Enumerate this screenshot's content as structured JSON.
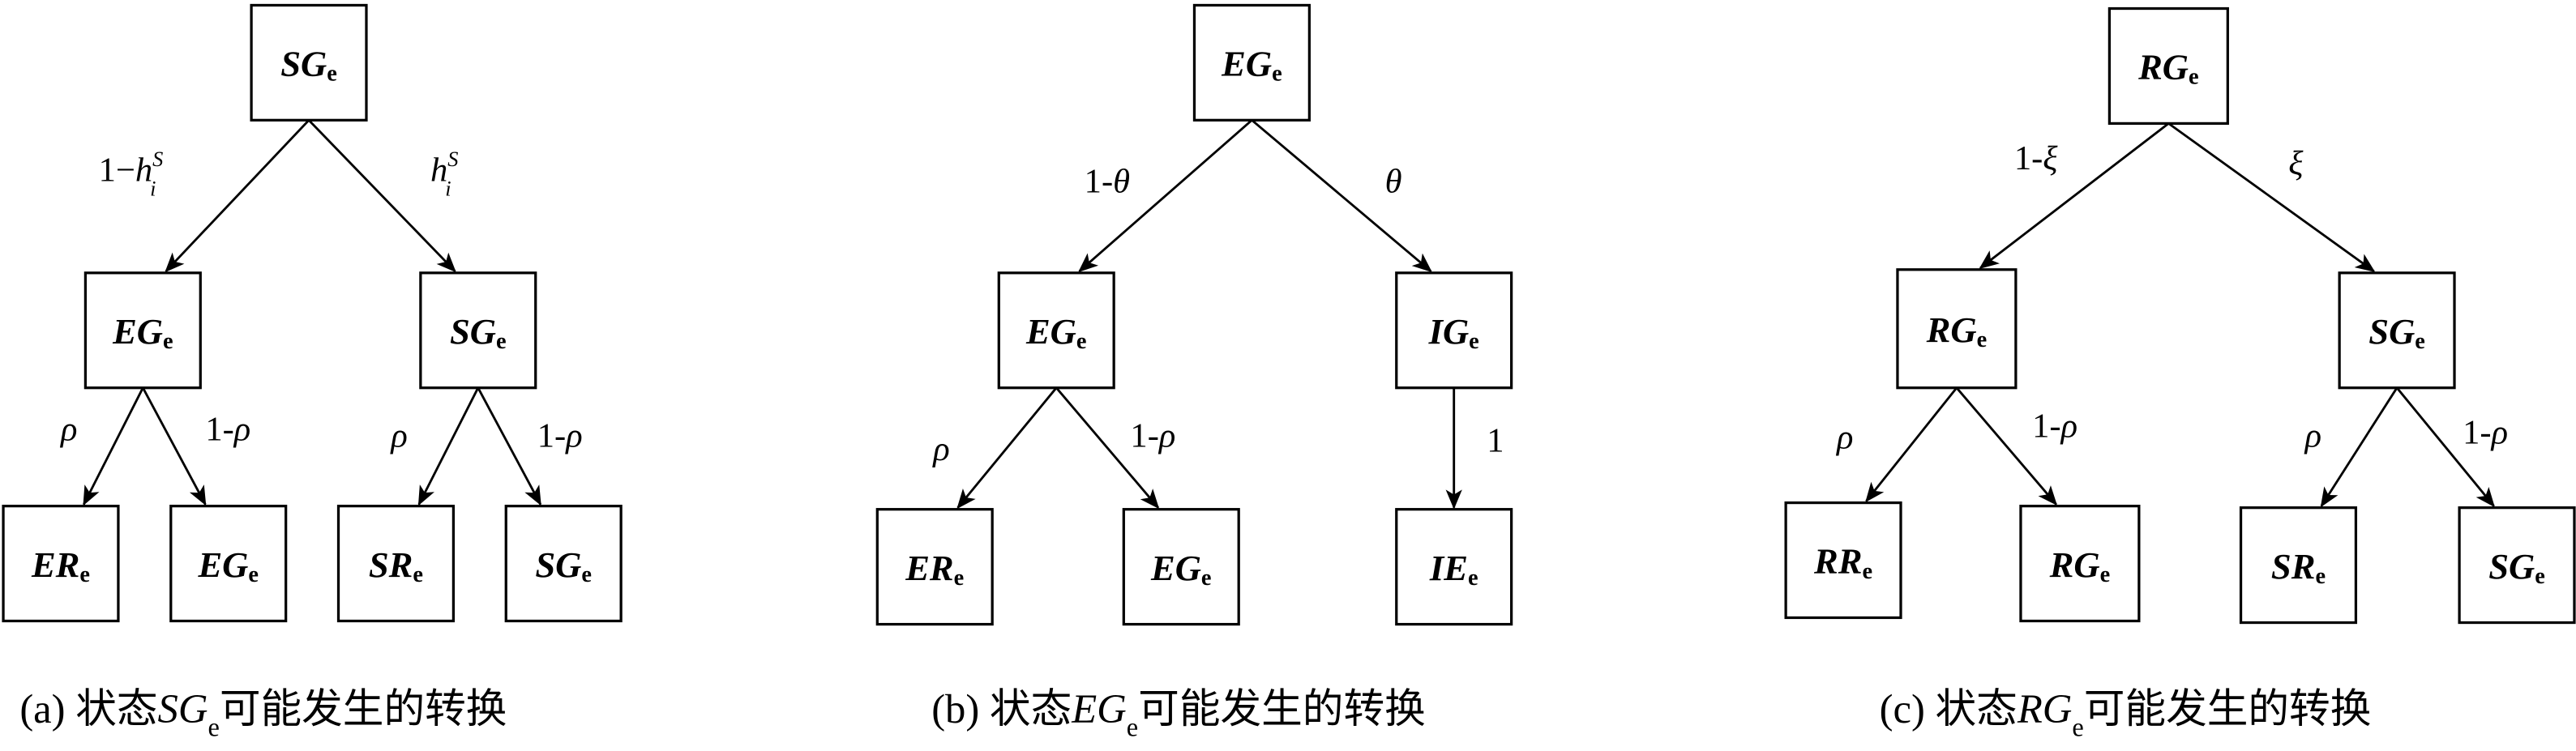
{
  "diagrams": [
    {
      "id": "a",
      "caption": {
        "prefix": "(a) 状态",
        "state_main": "SG",
        "state_sub": "e",
        "suffix": "可能发生的转换"
      },
      "nodes": [
        {
          "id": "a0",
          "main": "SG",
          "sub": "e"
        },
        {
          "id": "a1",
          "main": "EG",
          "sub": "e"
        },
        {
          "id": "a2",
          "main": "SG",
          "sub": "e"
        },
        {
          "id": "a3",
          "main": "ER",
          "sub": "e"
        },
        {
          "id": "a4",
          "main": "EG",
          "sub": "e"
        },
        {
          "id": "a5",
          "main": "SR",
          "sub": "e"
        },
        {
          "id": "a6",
          "main": "SG",
          "sub": "e"
        }
      ],
      "edges": [
        {
          "from": "a0",
          "to": "a1",
          "label": {
            "pre": "1−",
            "var": "h",
            "sup": "S",
            "subscr": "i"
          }
        },
        {
          "from": "a0",
          "to": "a2",
          "label": {
            "pre": "",
            "var": "h",
            "sup": "S",
            "subscr": "i"
          }
        },
        {
          "from": "a1",
          "to": "a3",
          "label": {
            "pre": "",
            "var": "ρ"
          }
        },
        {
          "from": "a1",
          "to": "a4",
          "label": {
            "pre": "1-",
            "var": "ρ"
          }
        },
        {
          "from": "a2",
          "to": "a5",
          "label": {
            "pre": "",
            "var": "ρ"
          }
        },
        {
          "from": "a2",
          "to": "a6",
          "label": {
            "pre": "1-",
            "var": "ρ"
          }
        }
      ]
    },
    {
      "id": "b",
      "caption": {
        "prefix": "(b) 状态",
        "state_main": "EG",
        "state_sub": "e",
        "suffix": "可能发生的转换"
      },
      "nodes": [
        {
          "id": "b0",
          "main": "EG",
          "sub": "e"
        },
        {
          "id": "b1",
          "main": "EG",
          "sub": "e"
        },
        {
          "id": "b2",
          "main": "IG",
          "sub": "e"
        },
        {
          "id": "b3",
          "main": "ER",
          "sub": "e"
        },
        {
          "id": "b4",
          "main": "EG",
          "sub": "e"
        },
        {
          "id": "b5",
          "main": "IE",
          "sub": "e"
        }
      ],
      "edges": [
        {
          "from": "b0",
          "to": "b1",
          "label": {
            "pre": "1-",
            "var": "θ"
          }
        },
        {
          "from": "b0",
          "to": "b2",
          "label": {
            "pre": "",
            "var": "θ"
          }
        },
        {
          "from": "b1",
          "to": "b3",
          "label": {
            "pre": "",
            "var": "ρ"
          }
        },
        {
          "from": "b1",
          "to": "b4",
          "label": {
            "pre": "1-",
            "var": "ρ"
          }
        },
        {
          "from": "b2",
          "to": "b5",
          "label": {
            "pre": "1",
            "var": ""
          }
        }
      ]
    },
    {
      "id": "c",
      "caption": {
        "prefix": "(c) 状态",
        "state_main": "RG",
        "state_sub": "e",
        "suffix": "可能发生的转换"
      },
      "nodes": [
        {
          "id": "c0",
          "main": "RG",
          "sub": "e"
        },
        {
          "id": "c1",
          "main": "RG",
          "sub": "e"
        },
        {
          "id": "c2",
          "main": "SG",
          "sub": "e"
        },
        {
          "id": "c3",
          "main": "RR",
          "sub": "e"
        },
        {
          "id": "c4",
          "main": "RG",
          "sub": "e"
        },
        {
          "id": "c5",
          "main": "SR",
          "sub": "e"
        },
        {
          "id": "c6",
          "main": "SG",
          "sub": "e"
        }
      ],
      "edges": [
        {
          "from": "c0",
          "to": "c1",
          "label": {
            "pre": "1-",
            "var": "ξ"
          }
        },
        {
          "from": "c0",
          "to": "c2",
          "label": {
            "pre": "",
            "var": "ξ"
          }
        },
        {
          "from": "c1",
          "to": "c3",
          "label": {
            "pre": "",
            "var": "ρ"
          }
        },
        {
          "from": "c1",
          "to": "c4",
          "label": {
            "pre": "1-",
            "var": "ρ"
          }
        },
        {
          "from": "c2",
          "to": "c5",
          "label": {
            "pre": "",
            "var": "ρ"
          }
        },
        {
          "from": "c2",
          "to": "c6",
          "label": {
            "pre": "1-",
            "var": "ρ"
          }
        }
      ]
    }
  ]
}
